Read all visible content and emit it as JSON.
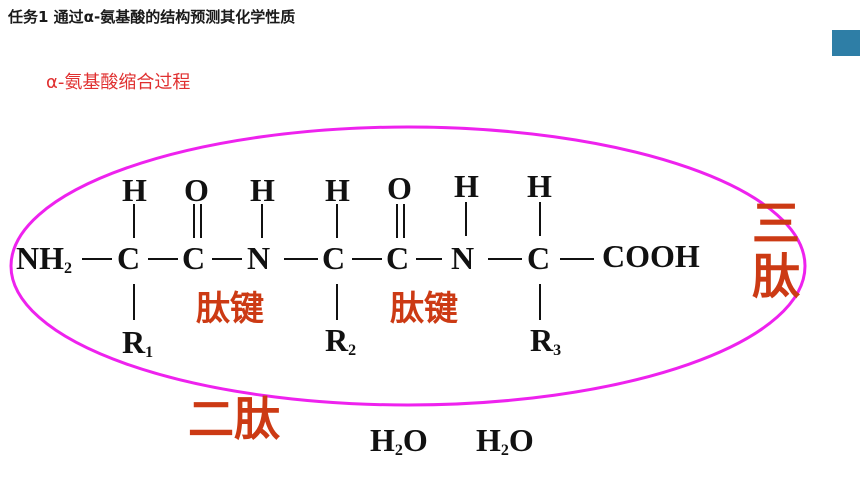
{
  "header": {
    "title": "任务1 通过α-氨基酸的结构预测其化学性质",
    "accent_color": "#2e7ea6"
  },
  "subtitle": "α-氨基酸缩合过程",
  "formula": {
    "nh2": "NH",
    "nh2_sub": "2",
    "c1": "C",
    "c2": "C",
    "n1": "N",
    "c3": "C",
    "c4": "C",
    "n2": "N",
    "c5": "C",
    "cooh": "COOH",
    "h1": "H",
    "o1": "O",
    "h2": "H",
    "h3": "H",
    "o2": "O",
    "h4": "H",
    "h5": "H",
    "r1": "R",
    "r1_sub": "1",
    "r2": "R",
    "r2_sub": "2",
    "r3": "R",
    "r3_sub": "3"
  },
  "labels": {
    "peptide_bond_1": "肽键",
    "peptide_bond_2": "肽键",
    "tripeptide": "三肽",
    "dipeptide": "二肽",
    "label_color": "#cc3a14",
    "ellipse_color": "#ee22ee"
  },
  "water": {
    "w1": "H",
    "w1_sub": "2",
    "w1_o": "O",
    "w2": "H",
    "w2_sub": "2",
    "w2_o": "O"
  }
}
